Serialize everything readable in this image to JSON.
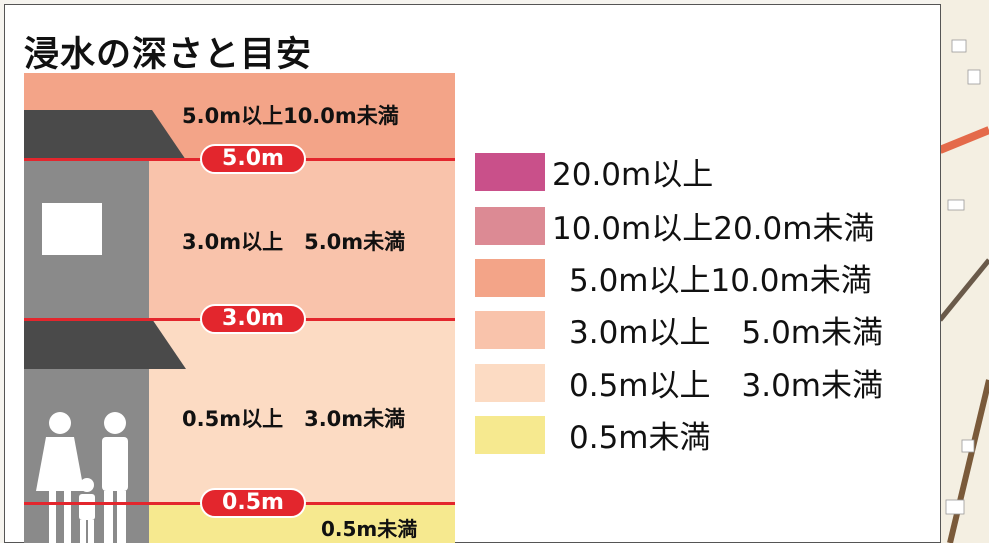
{
  "title": "浸水の深さと目安",
  "bands": [
    {
      "label": "5.0m以上10.0m未満",
      "color": "#f3a488"
    },
    {
      "label": "3.0m以上　5.0m未満",
      "color": "#f9c3ab"
    },
    {
      "label": "0.5m以上　3.0m未満",
      "color": "#fcdbc3"
    },
    {
      "label": "0.5m未満",
      "color": "#f6e98f"
    }
  ],
  "markers": [
    {
      "label": "5.0m"
    },
    {
      "label": "3.0m"
    },
    {
      "label": "0.5m"
    }
  ],
  "legend": [
    {
      "label": "20.0m以上",
      "color": "#c9508a"
    },
    {
      "label": "10.0m以上20.0m未満",
      "color": "#dc8a94"
    },
    {
      "label": "5.0m以上10.0m未満",
      "color": "#f3a488"
    },
    {
      "label": "3.0m以上　5.0m未満",
      "color": "#f9c3ab"
    },
    {
      "label": "0.5m以上　3.0m未満",
      "color": "#fcdbc3"
    },
    {
      "label": "0.5m未満",
      "color": "#f6e98f"
    }
  ],
  "colors": {
    "marker_line": "#e3262d",
    "house": "#8a8a8a",
    "roof": "#4a4a4a"
  }
}
